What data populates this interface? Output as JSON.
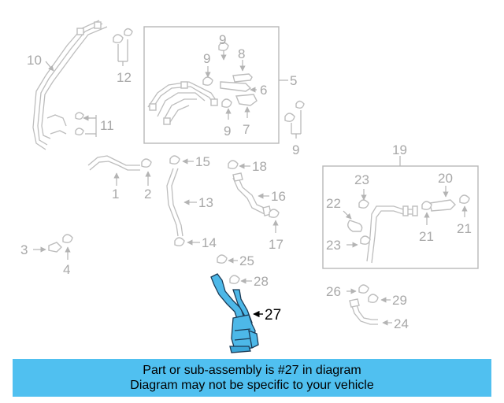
{
  "callouts": {
    "n1": "1",
    "n2": "2",
    "n3": "3",
    "n4": "4",
    "n5": "5",
    "n6": "6",
    "n7": "7",
    "n8": "8",
    "n9a": "9",
    "n9b": "9",
    "n9c": "9",
    "n9d": "9",
    "n10": "10",
    "n11": "11",
    "n12": "12",
    "n13": "13",
    "n14": "14",
    "n15": "15",
    "n16": "16",
    "n17": "17",
    "n18": "18",
    "n19": "19",
    "n20": "20",
    "n21a": "21",
    "n21b": "21",
    "n22": "22",
    "n23a": "23",
    "n23b": "23",
    "n24": "24",
    "n25": "25",
    "n26": "26",
    "n27": "27",
    "n28": "28",
    "n29": "29"
  },
  "highlight": {
    "part_number": "27",
    "color": "#4db8e8"
  },
  "banner": {
    "line1": "Part or sub-assembly is #27 in diagram",
    "line2": "Diagram may not be specific to your vehicle",
    "color": "#50c0f0"
  }
}
